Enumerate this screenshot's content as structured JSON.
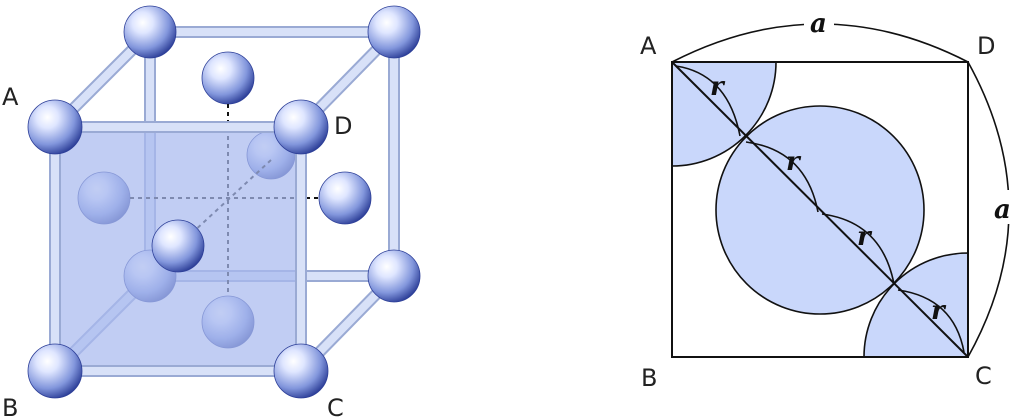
{
  "colors": {
    "sphere_light": "#dfe6ff",
    "sphere_mid": "#8296dc",
    "sphere_dark": "#2d3f98",
    "rod_fill": "#d8e1f8",
    "rod_edge": "#9aaad4",
    "face_fill": "#a9baef",
    "circle_fill": "#c9d7fb",
    "line": "#111111"
  },
  "cube_diagram": {
    "labels": {
      "a": "A",
      "b": "B",
      "c": "C",
      "d": "D"
    }
  },
  "square_diagram": {
    "corner_labels": {
      "a": "A",
      "b": "B",
      "c": "C",
      "d": "D"
    },
    "side_label_top": "a",
    "side_label_right": "a",
    "radius_labels": [
      "r",
      "r",
      "r",
      "r"
    ]
  }
}
